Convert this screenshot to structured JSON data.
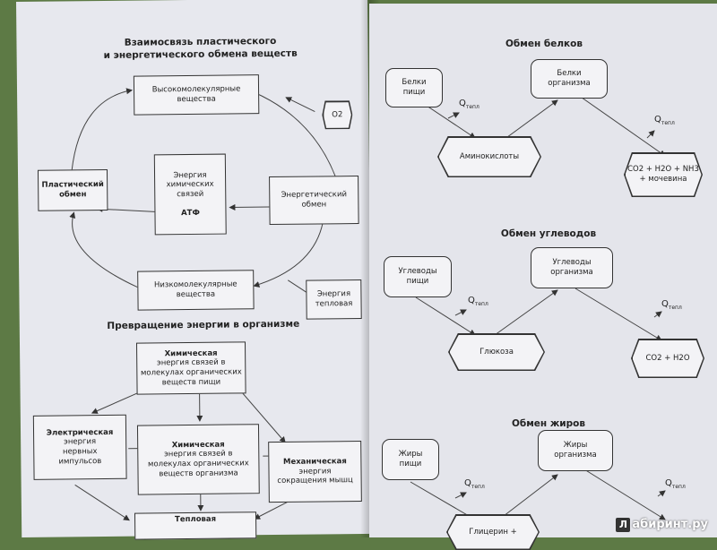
{
  "left": {
    "title1": "Взаимосвязь пластического\nи энергетического обмена веществ",
    "high_mol": "Высокомолекулярные\nвещества",
    "o2": "О2",
    "plastic": "Пластический\nобмен",
    "chem_energy": "Энергия\nхимических\nсвязей",
    "atf": "АТФ",
    "energy_exch": "Энергетический\nобмен",
    "low_mol": "Низкомолекулярные\nвещества",
    "heat_energy": "Энергия\nтепловая",
    "title2": "Превращение энергии в организме",
    "chem_food_head": "Химическая",
    "chem_food_body": "энергия связей в\nмолекулах органических\nвеществ пищи",
    "elec_head": "Электрическая",
    "elec_body": "энергия\nнервных\nимпульсов",
    "chem_org_head": "Химическая",
    "chem_org_body": "энергия связей в\nмолекулах органических\nвеществ организма",
    "mech_head": "Механическая",
    "mech_body": "энергия\nсокращения мышц",
    "thermal": "Тепловая"
  },
  "right": {
    "proteins_title": "Обмен белков",
    "food_proteins": "Белки\nпищи",
    "org_proteins": "Белки\nорганизма",
    "amino": "Аминокислоты",
    "prot_products": "CO2 + H2O + NH3\n+ мочевина",
    "carbs_title": "Обмен углеводов",
    "food_carbs": "Углеводы\nпищи",
    "org_carbs": "Углеводы\nорганизма",
    "glucose": "Глюкоза",
    "carb_products": "CO2 + H2O",
    "fats_title": "Обмен жиров",
    "food_fats": "Жиры\nпищи",
    "org_fats": "Жиры\nорганизма",
    "glycerin": "Глицерин +",
    "q_main": "Q",
    "q_sub": "тепл"
  },
  "watermark": "абиринт.ру",
  "watermark_letter": "Л"
}
